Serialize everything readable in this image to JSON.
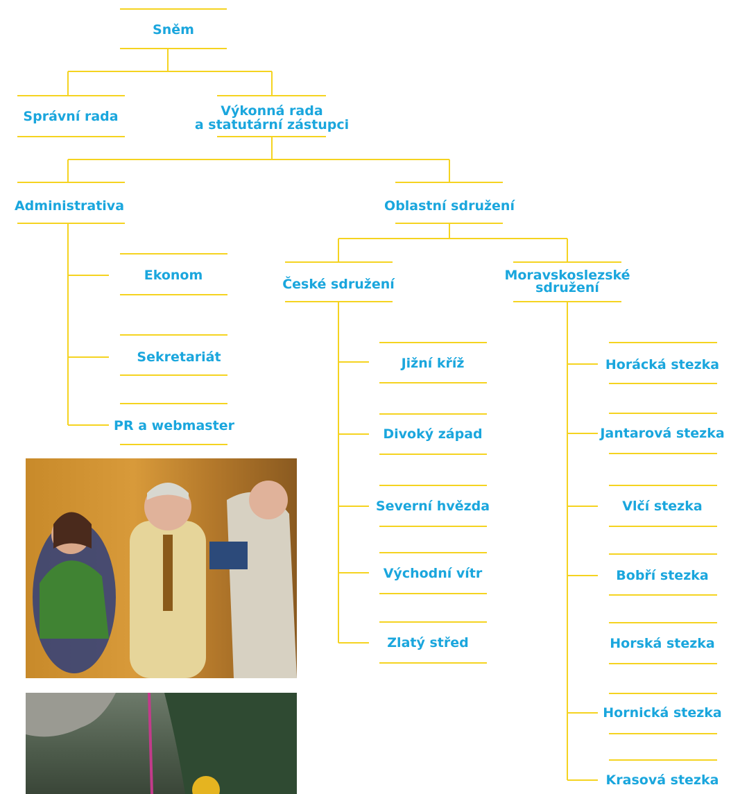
{
  "colors": {
    "line": "#f5d320",
    "text": "#1aa6dd"
  },
  "nodes": {
    "snem": "Sněm",
    "spravni_rada": "Správní rada",
    "vykonna_rada_1": "Výkonná rada",
    "vykonna_rada_2": "a statutární zástupci",
    "administrativa": "Administrativa",
    "oblastni": "Oblastní sdružení",
    "ekonom": "Ekonom",
    "sekretariat": "Sekretariát",
    "pr": "PR a webmaster",
    "ceske": "České sdružení",
    "moravsko_1": "Moravskoslezské",
    "moravsko_2": "sdružení",
    "ceske_children": [
      "Jižní kříž",
      "Divoký západ",
      "Severní hvězda",
      "Východní vítr",
      "Zlatý střed"
    ],
    "moravsko_children": [
      "Horácká stezka",
      "Jantarová stezka",
      "Vlčí stezka",
      "Bobří stezka",
      "Horská stezka",
      "Hornická stezka",
      "Krasová stezka"
    ]
  },
  "photos": {
    "photo1": "photo-ceremony",
    "photo2": "photo-rope-climb"
  }
}
